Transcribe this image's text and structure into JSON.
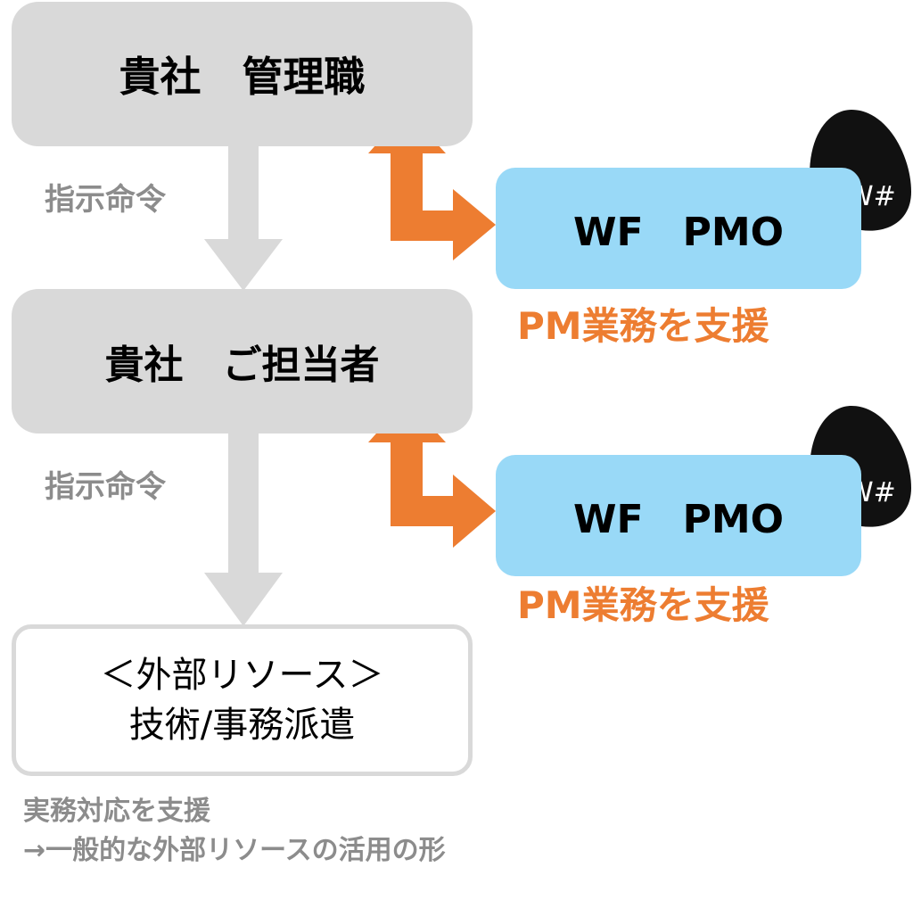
{
  "nodes": {
    "manager": "貴社　管理職",
    "staff": "貴社　ご担当者",
    "external_line1": "＜外部リソース＞",
    "external_line2": "技術/事務派遣",
    "pmo_top": "WF　PMO",
    "pmo_bottom": "WF　PMO"
  },
  "edges": {
    "command_top": "指示命令",
    "command_bottom": "指示命令",
    "support_top": "PM業務を支援",
    "support_bottom": "PM業務を支援"
  },
  "footer": {
    "line1": "実務対応を支援",
    "line2": "→一般的な外部リソースの活用の形"
  },
  "logo": {
    "icon": "wf-egg-logo",
    "text": "W#"
  },
  "colors": {
    "gray_box": "#d9d9d9",
    "blue_box": "#99d9f7",
    "orange": "#ed7d31",
    "gray_text": "#8c8c8c",
    "logo": "#111111"
  }
}
